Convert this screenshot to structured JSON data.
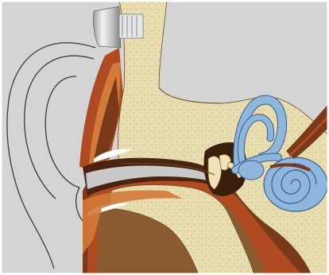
{
  "diagram": {
    "labels": [],
    "colors": {
      "background": "#d4d4d4",
      "frame": "#ffffff",
      "skin_outline": "#3a3a3a",
      "bone": "#e8ddb0",
      "bone_dots": "#c9ba82",
      "tissue_dark": "#7a3a1a",
      "tissue_mid": "#b04a22",
      "tissue_light": "#d27a3a",
      "cartilage_brown": "#8a5a30",
      "canal_dark": "#4a2410",
      "inner_ear_blue": "#8fb6dc",
      "inner_ear_outline": "#3a5a8a",
      "ossicle_cream": "#f0e2b8",
      "highlight": "#ffffff",
      "instrument_metal": "#c8c8c8",
      "instrument_dark": "#7a7a7a"
    },
    "parts": [
      "outer-ear-pinna",
      "ear-canal",
      "temporal-bone",
      "eardrum",
      "middle-ear-ossicles",
      "semicircular-canals",
      "cochlea",
      "auditory-nerve",
      "probe-instrument"
    ]
  }
}
